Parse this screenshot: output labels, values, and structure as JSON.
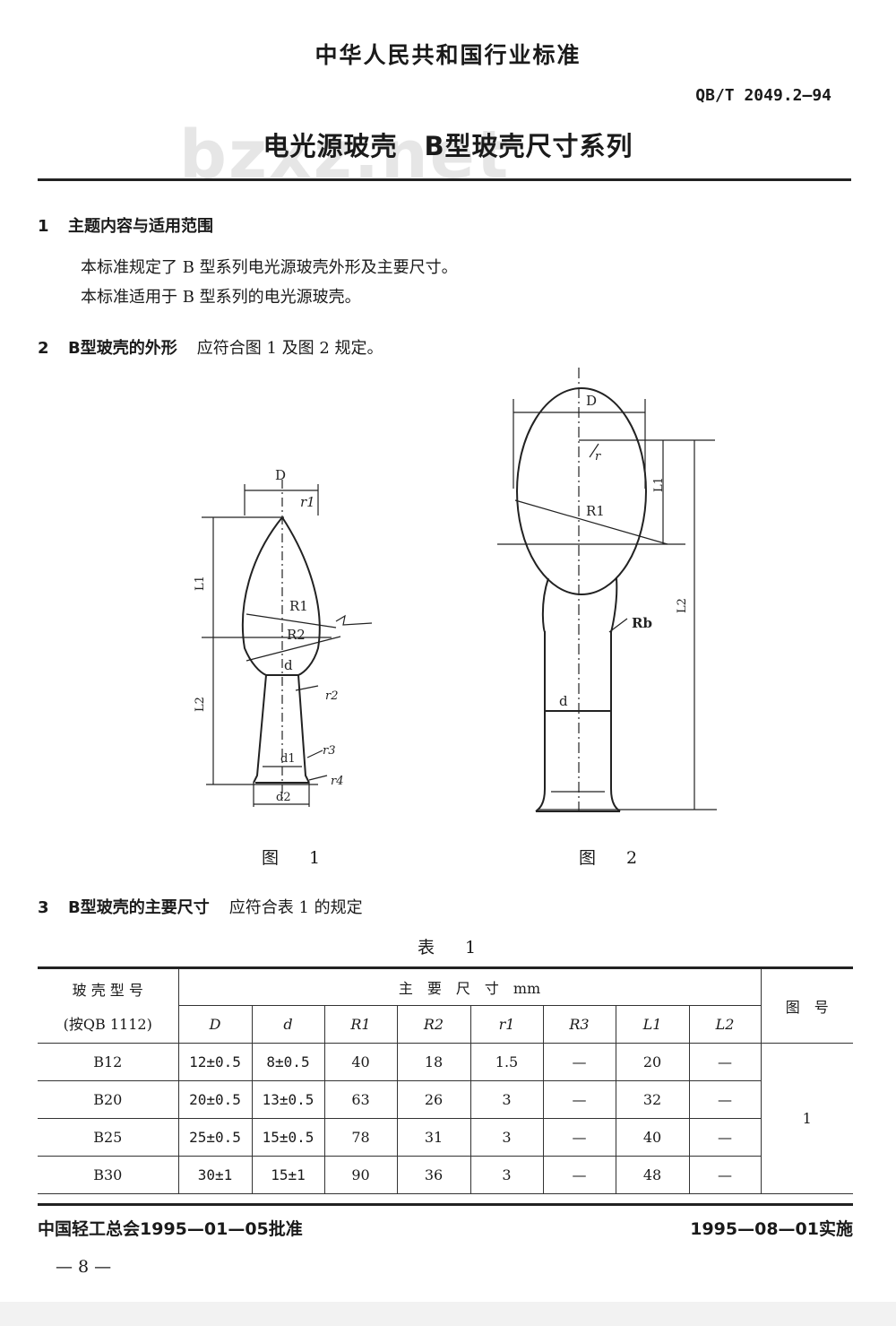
{
  "header": {
    "org": "中华人民共和国行业标准",
    "code": "QB/T 2049.2—94",
    "title": "电光源玻壳　B型玻壳尺寸系列",
    "watermark": "bzxz.net"
  },
  "sections": [
    {
      "num": "1",
      "title": "主题内容与适用范围",
      "paragraphs": [
        "本标准规定了 B 型系列电光源玻壳外形及主要尺寸。",
        "本标准适用于 B 型系列的电光源玻壳。"
      ]
    },
    {
      "num": "2",
      "title": "B型玻壳的外形",
      "text": "应符合图 1 及图 2 规定。"
    },
    {
      "num": "3",
      "title": "B型玻壳的主要尺寸",
      "text": "应符合表 1 的规定"
    }
  ],
  "figures": {
    "fig1": {
      "caption": "图 1",
      "labels": {
        "D": "D",
        "r1": "r1",
        "L1": "L1",
        "R1": "R1",
        "R2": "R2",
        "d": "d",
        "L2": "L2",
        "r2": "r2",
        "d1": "d1",
        "r3": "r3",
        "r4": "r4",
        "d2": "d2"
      }
    },
    "fig2": {
      "caption": "图 2",
      "labels": {
        "D": "D",
        "r": "r",
        "L1": "L1",
        "R1": "R1",
        "Rb": "Rb",
        "L2": "L2",
        "d": "d"
      }
    }
  },
  "table": {
    "caption": "表 1",
    "header_type": "玻 壳 型 号",
    "header_type_sub": "(按QB 1112)",
    "header_main": "主　要　尺　寸　mm",
    "header_fig": "图　号",
    "columns": [
      "D",
      "d",
      "R1",
      "R2",
      "r1",
      "R3",
      "L1",
      "L2"
    ],
    "rows": [
      {
        "type": "B12",
        "values": [
          "12±0.5",
          "8±0.5",
          "40",
          "18",
          "1.5",
          "—",
          "20",
          "—"
        ]
      },
      {
        "type": "B20",
        "values": [
          "20±0.5",
          "13±0.5",
          "63",
          "26",
          "3",
          "—",
          "32",
          "—"
        ]
      },
      {
        "type": "B25",
        "values": [
          "25±0.5",
          "15±0.5",
          "78",
          "31",
          "3",
          "—",
          "40",
          "—"
        ]
      },
      {
        "type": "B30",
        "values": [
          "30±1",
          "15±1",
          "90",
          "36",
          "3",
          "—",
          "48",
          "—"
        ]
      }
    ],
    "fig_no": "1"
  },
  "footer": {
    "approved": "中国轻工总会1995—01—05批准",
    "effective": "1995—08—01实施",
    "page": "— 8 —"
  }
}
